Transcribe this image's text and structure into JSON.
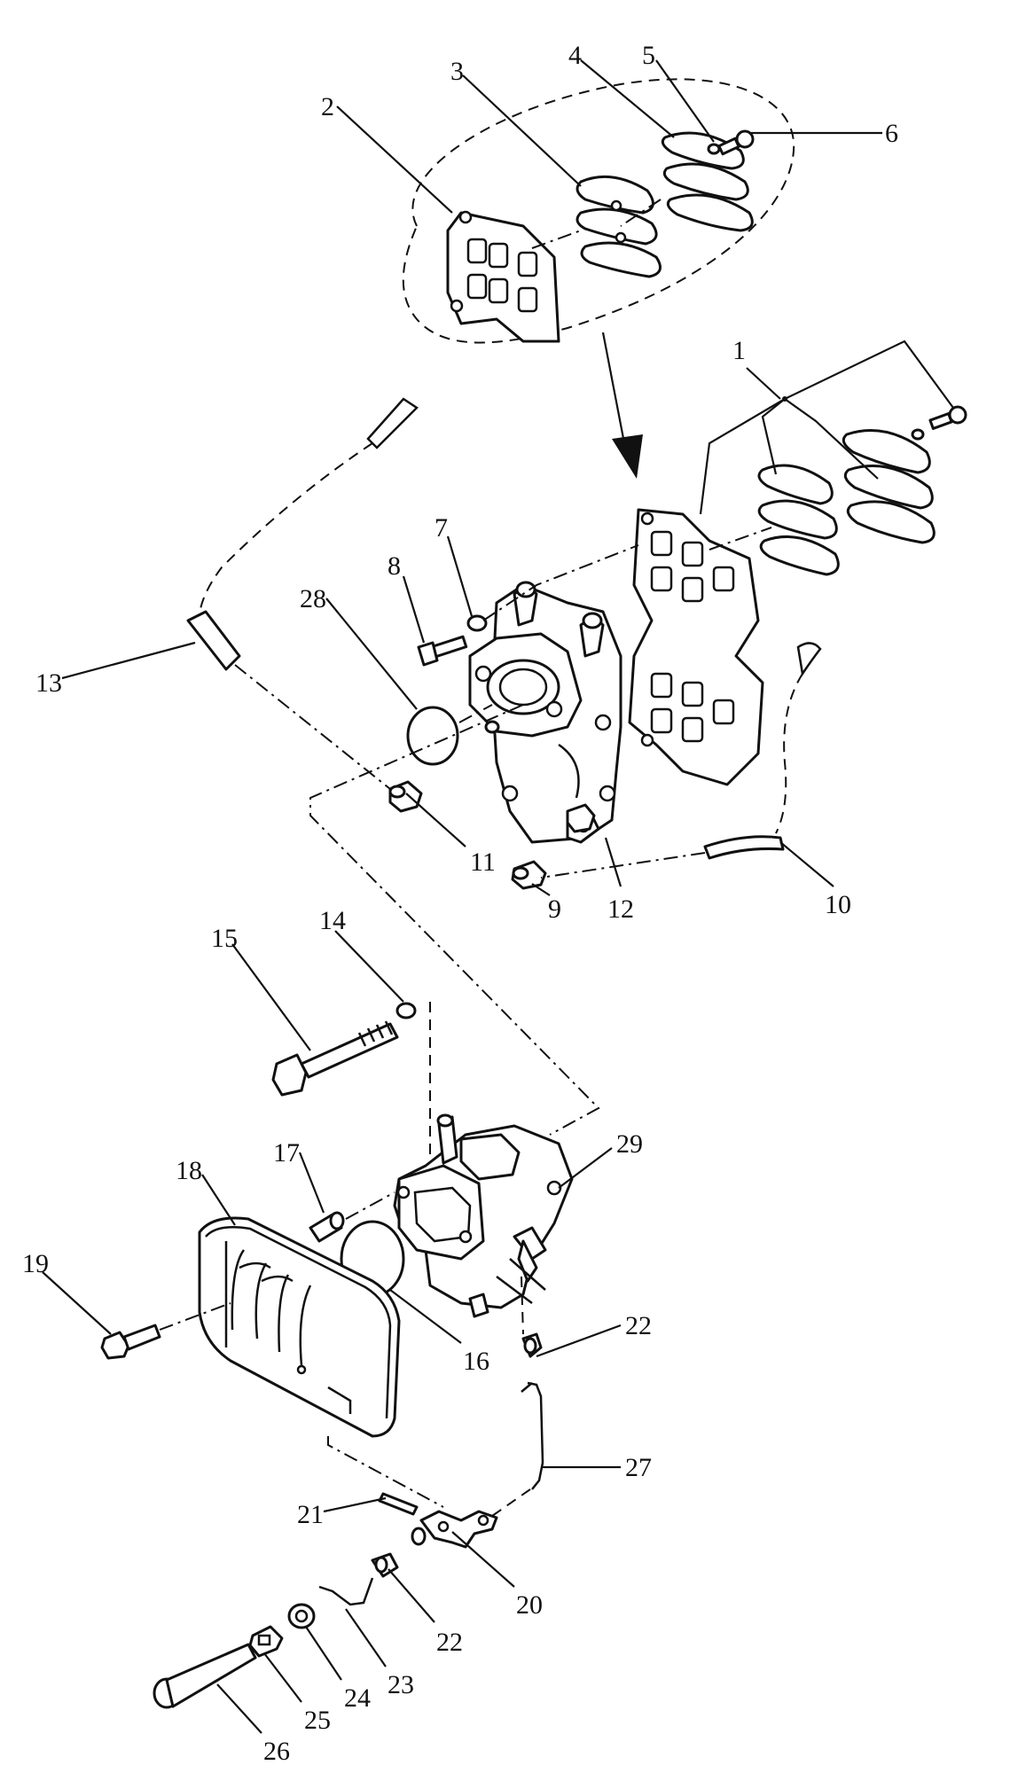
{
  "diagram": {
    "callouts": [
      {
        "id": "c1",
        "label": "1"
      },
      {
        "id": "c2",
        "label": "2"
      },
      {
        "id": "c3",
        "label": "3"
      },
      {
        "id": "c4",
        "label": "4"
      },
      {
        "id": "c5",
        "label": "5"
      },
      {
        "id": "c6",
        "label": "6"
      },
      {
        "id": "c7",
        "label": "7"
      },
      {
        "id": "c8",
        "label": "8"
      },
      {
        "id": "c9",
        "label": "9"
      },
      {
        "id": "c10",
        "label": "10"
      },
      {
        "id": "c11",
        "label": "11"
      },
      {
        "id": "c12",
        "label": "12"
      },
      {
        "id": "c13",
        "label": "13"
      },
      {
        "id": "c14",
        "label": "14"
      },
      {
        "id": "c15",
        "label": "15"
      },
      {
        "id": "c16",
        "label": "16"
      },
      {
        "id": "c17",
        "label": "17"
      },
      {
        "id": "c18",
        "label": "18"
      },
      {
        "id": "c19",
        "label": "19"
      },
      {
        "id": "c20",
        "label": "20"
      },
      {
        "id": "c21",
        "label": "21"
      },
      {
        "id": "c22a",
        "label": "22"
      },
      {
        "id": "c22b",
        "label": "22"
      },
      {
        "id": "c23",
        "label": "23"
      },
      {
        "id": "c24",
        "label": "24"
      },
      {
        "id": "c25",
        "label": "25"
      },
      {
        "id": "c26",
        "label": "26"
      },
      {
        "id": "c27",
        "label": "27"
      },
      {
        "id": "c28",
        "label": "28"
      },
      {
        "id": "c29",
        "label": "29"
      }
    ]
  }
}
